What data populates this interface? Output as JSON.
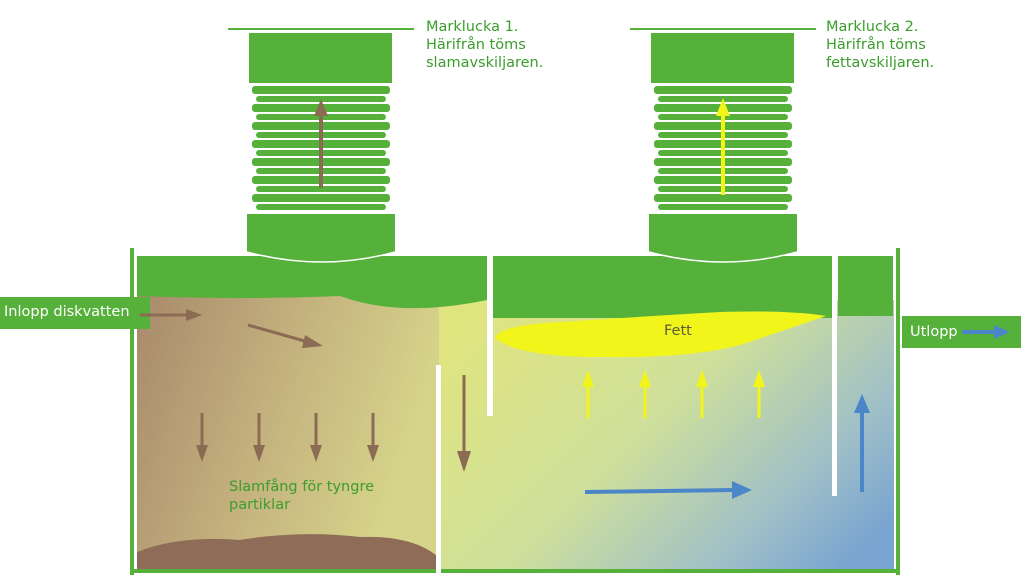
{
  "labels": {
    "manhole_1": "Marklucka 1.\nHärifrån töms\nslamavskiljaren.",
    "manhole_2": "Marklucka 2.\nHärifrån töms\nfettavskiljaren.",
    "inlet": "Inlopp diskvatten",
    "outlet": "Utlopp",
    "grease": "Fett",
    "sludge_trap": "Slamfång för tyngre\npartiklar"
  },
  "colors": {
    "tank_green": "#55b13a",
    "text_green": "#3a9d2c",
    "sludge_brown": "#8c6b55",
    "grease_yellow": "#f2f51a",
    "water_blue": "#4a86c8",
    "water_yellow": "#dfe57e",
    "sludge_tan": "#b89a6e"
  },
  "icons": {
    "flow_arrow_brown": "arrow-brown",
    "flow_arrow_yellow": "arrow-yellow",
    "flow_arrow_blue": "arrow-blue"
  }
}
